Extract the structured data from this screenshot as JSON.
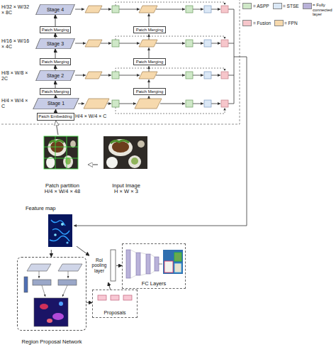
{
  "diagram": {
    "nodes": [
      {
        "text": [
          "Stage 4"
        ]
      },
      {
        "text": [
          "Patch Merging"
        ]
      },
      {
        "text": [
          "Stage 3"
        ]
      },
      {
        "text": [
          "Patch Merging"
        ]
      },
      {
        "text": [
          "Stage 2"
        ]
      },
      {
        "text": [
          "Patch Merging"
        ]
      },
      {
        "text": [
          "Stage 1"
        ]
      },
      {
        "text": [
          "Patch Embedding"
        ]
      },
      {
        "text": [
          "Patch Merging"
        ]
      },
      {
        "text": [
          "Patch Merging"
        ]
      },
      {
        "text": [
          "Patch Merging"
        ]
      },
      {
        "text": [
          "Patch partition",
          "H/4 × W/4 × 48"
        ]
      },
      {
        "text": [
          "Input Image",
          "H × W × 3"
        ]
      },
      {
        "text": [
          "Feature map"
        ]
      },
      {
        "text": [
          "Region Proposal Network"
        ]
      },
      {
        "text": [
          "RoI pooling layer"
        ]
      },
      {
        "text": [
          "Proposals"
        ]
      },
      {
        "text": [
          "FC Layers"
        ]
      }
    ],
    "edges": [
      {
        "from": 7,
        "to": 6,
        "arrow": "to"
      },
      {
        "from": 6,
        "to": 5,
        "arrow": "to"
      },
      {
        "from": 5,
        "to": 4,
        "arrow": "to"
      },
      {
        "from": 4,
        "to": 3,
        "arrow": "to"
      },
      {
        "from": 3,
        "to": 2,
        "arrow": "to"
      },
      {
        "from": 2,
        "to": 1,
        "arrow": "to"
      },
      {
        "from": 1,
        "to": 0,
        "arrow": "to"
      },
      {
        "from": 12,
        "to": 11,
        "arrow": "to"
      },
      {
        "from": 11,
        "to": 7,
        "arrow": "to"
      },
      {
        "from": 13,
        "to": 14,
        "arrow": "to"
      },
      {
        "from": 14,
        "to": 16,
        "arrow": "to"
      },
      {
        "from": 16,
        "to": 15,
        "arrow": "to"
      },
      {
        "from": 13,
        "to": 15,
        "arrow": "to"
      },
      {
        "from": 15,
        "to": 17,
        "arrow": "to"
      }
    ],
    "labels": [
      "H/32 × W/32 × 8C",
      "H/16 × W/16 × 4C",
      "H/8 × W/8 × 2C",
      "H/4 × W/4 × C",
      "H/4 × W/4 × C"
    ],
    "legend": [
      {
        "text": "= ASPP",
        "color": "#cfe8c8"
      },
      {
        "text": "= STSE",
        "color": "#dbe8f6"
      },
      {
        "text": "= Fully connected layer",
        "color": "#b9b2d9"
      },
      {
        "text": "= Fusion",
        "color": "#f6c6cb"
      },
      {
        "text": "= FPN",
        "color": "#f6d9ad"
      }
    ]
  }
}
